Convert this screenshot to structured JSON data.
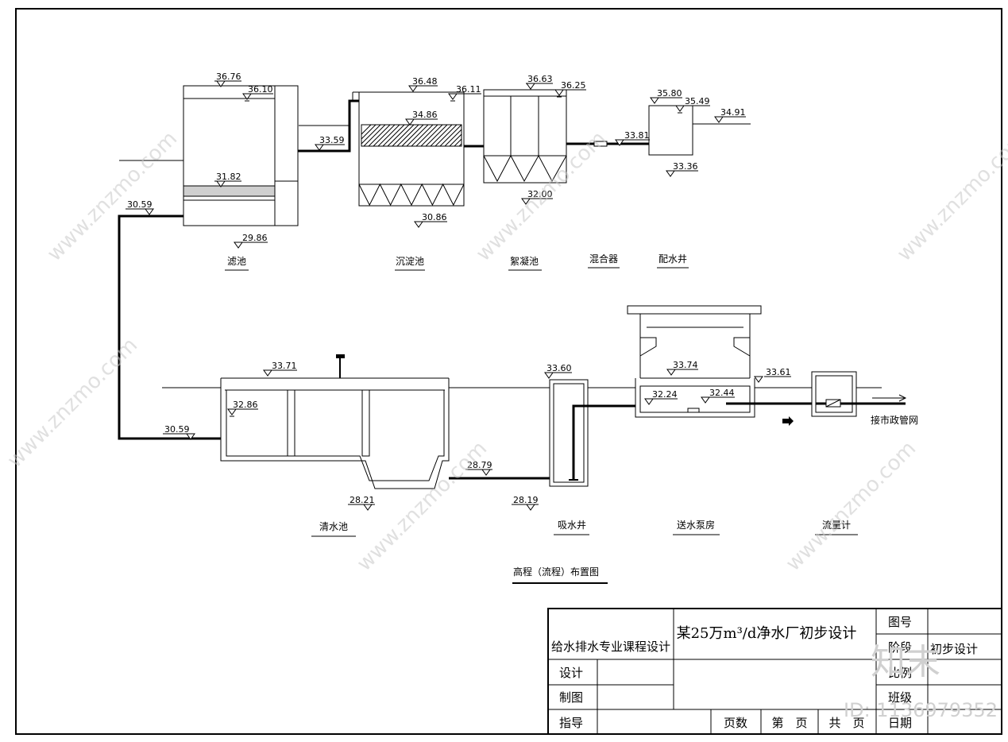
{
  "elevations": {
    "filter_top": "36.76",
    "filter_water": "36.10",
    "filter_sand": "31.82",
    "filter_bottom": "29.86",
    "filter_pipe": "30.59",
    "pipe_33_59": "33.59",
    "sed_top": "36.48",
    "sed_water": "36.11",
    "sed_tube": "34.86",
    "sed_bottom": "30.86",
    "floc_top": "36.63",
    "floc_water": "36.25",
    "floc_bottom": "32.00",
    "mixer_pipe": "33.81",
    "dist_top": "35.80",
    "dist_water": "35.49",
    "dist_ground": "34.91",
    "dist_bottom": "33.36",
    "clear_ground": "33.71",
    "clear_water": "32.86",
    "clear_inlet": "30.59",
    "clear_bottom": "28.21",
    "suction_pipe": "28.79",
    "well_top": "33.60",
    "well_bottom": "28.19",
    "pump_floor": "33.74",
    "pump_a": "32.24",
    "pump_b": "32.44",
    "meter_ground": "33.61"
  },
  "labels": {
    "filter": "滤池",
    "sedimentation": "沉淀池",
    "flocculation": "絮凝池",
    "mixer": "混合器",
    "distribution_well": "配水井",
    "clear_tank": "清水池",
    "suction_well": "吸水井",
    "pump_house": "送水泵房",
    "flow_meter": "流量计",
    "to_network": "接市政管网",
    "drawing_title": "高程（流程）布置图"
  },
  "title_block": {
    "course": "给水排水专业课程设计",
    "project": "某25万m³/d净水厂初步设计",
    "drawing_no_label": "图号",
    "stage_label": "阶段",
    "stage_value": "初步设计",
    "scale_label": "比例",
    "class_label": "班级",
    "date_label": "日期",
    "design_label": "设计",
    "draft_label": "制图",
    "guide_label": "指导",
    "pages_label": "页数",
    "page_no_label": "第　页",
    "total_label": "共　页"
  },
  "watermark": {
    "site": "www.znzmo.com",
    "brand": "知末",
    "id": "ID: 1136979352"
  }
}
